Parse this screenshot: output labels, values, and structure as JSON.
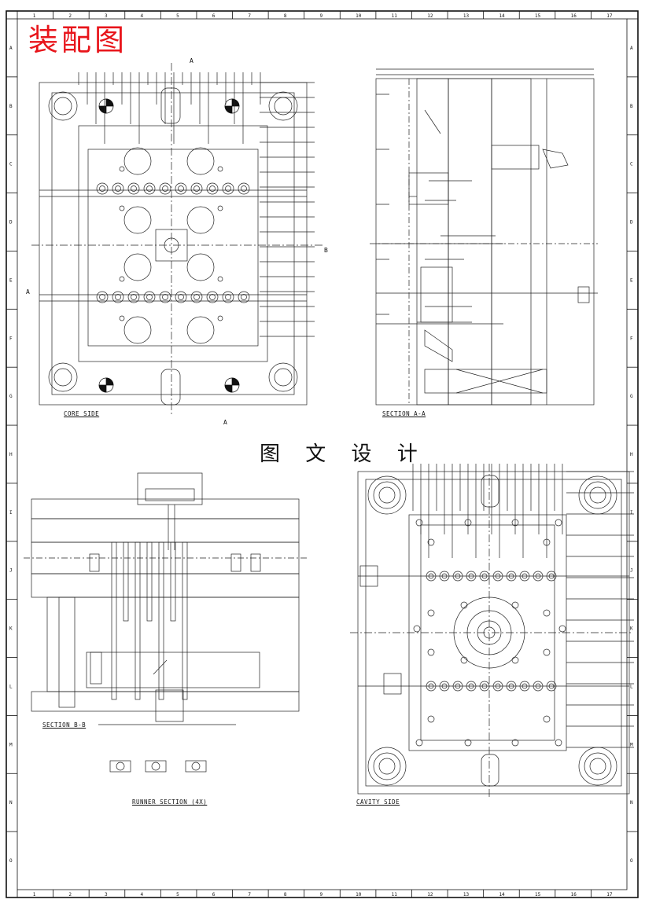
{
  "page": {
    "title": "装配图",
    "center_caption": "图 文 设 计"
  },
  "views": {
    "core_side": "CORE SIDE",
    "section_aa": "SECTION A-A",
    "section_bb": "SECTION B-B",
    "runner_section": "RUNNER SECTION (4X)",
    "cavity_side": "CAVITY SIDE"
  },
  "section_markers": {
    "a_top": "A",
    "a_bottom": "A",
    "a_left": "A",
    "b_right": "B"
  },
  "border": {
    "columns": [
      "1",
      "2",
      "3",
      "4",
      "5",
      "6",
      "7",
      "8",
      "9",
      "10",
      "11",
      "12",
      "13",
      "14",
      "15",
      "16",
      "17"
    ],
    "rows": [
      "A",
      "B",
      "C",
      "D",
      "E",
      "F",
      "G",
      "H",
      "I",
      "J",
      "K",
      "L",
      "M",
      "N",
      "O"
    ]
  },
  "colors": {
    "title": "#e8151b",
    "ink": "#111111"
  }
}
